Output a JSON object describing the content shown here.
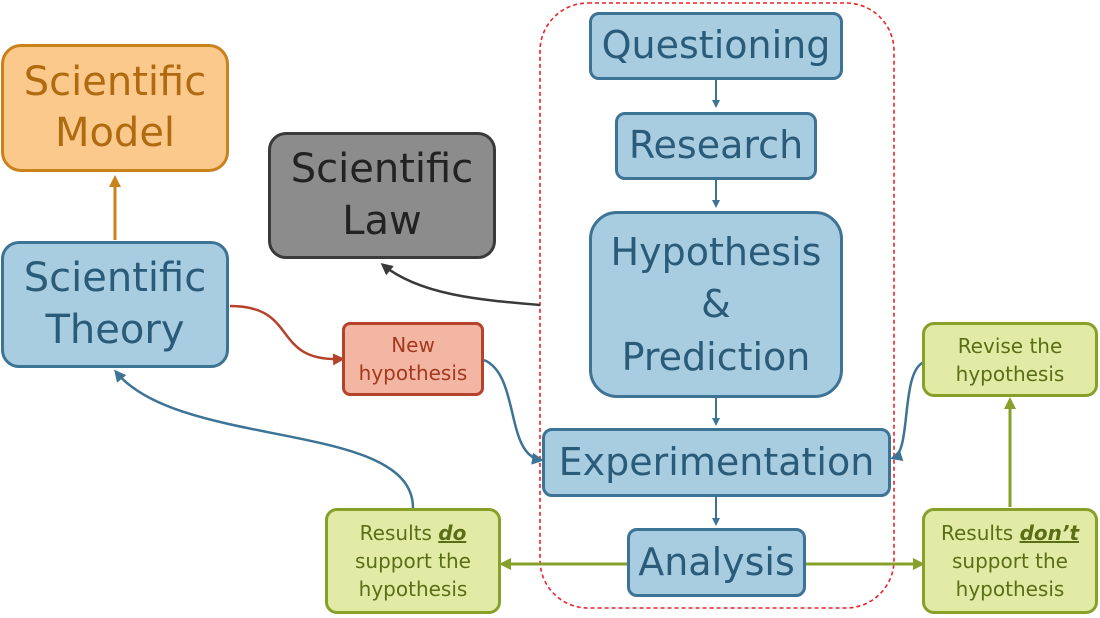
{
  "process": {
    "questioning": "Questioning",
    "research": "Research",
    "hypothesis_line1": "Hypothesis",
    "hypothesis_line2": "&",
    "hypothesis_line3": "Prediction",
    "experimentation": "Experimentation",
    "analysis": "Analysis"
  },
  "outcomes": {
    "model_line1": "Scientific",
    "model_line2": "Model",
    "law_line1": "Scientific",
    "law_line2": "Law",
    "theory_line1": "Scientific",
    "theory_line2": "Theory",
    "new_hyp_line1": "New",
    "new_hyp_line2": "hypothesis",
    "revise_line1": "Revise the",
    "revise_line2": "hypothesis",
    "do_prefix": "Results ",
    "do_emph": "do",
    "do_line2": "support the",
    "do_line3": "hypothesis",
    "dont_prefix": "Results ",
    "dont_emph": "don’t",
    "dont_line2": "support the",
    "dont_line3": "hypothesis"
  },
  "colors": {
    "blue_fill": "#a9cde0",
    "blue_border": "#3d7394",
    "orange_fill": "#fbc98b",
    "gray_fill": "#8c8c8c",
    "red_fill": "#f2b6a3",
    "green_fill": "#e1eba6",
    "dashed_frame": "#e8232a"
  }
}
